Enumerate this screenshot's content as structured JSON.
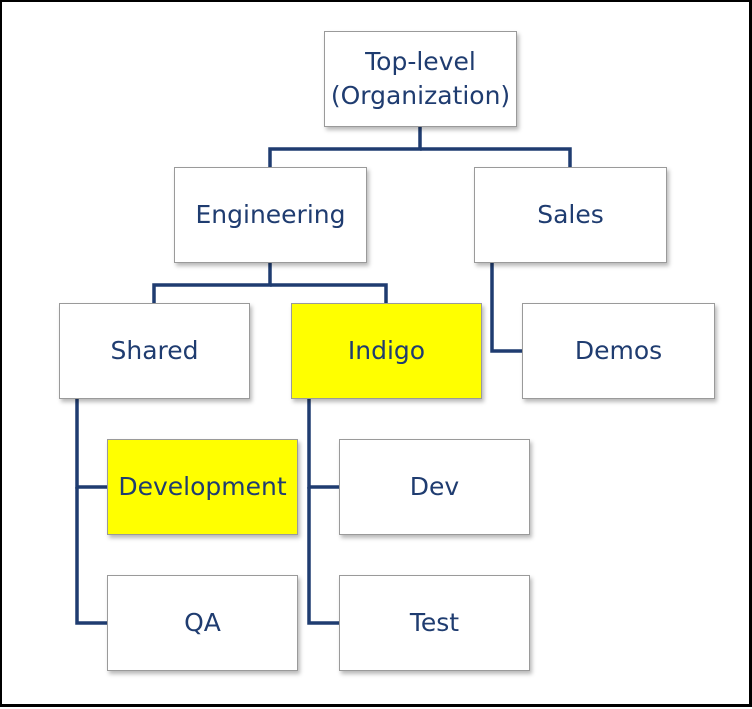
{
  "diagram": {
    "colors": {
      "connector": "#1f3c70",
      "text": "#1f3c70",
      "highlight": "#ffff00",
      "node_border": "#9a9a9a",
      "frame_border": "#000000"
    },
    "nodes": {
      "top_level": {
        "label_line1": "Top-level",
        "label_line2": "(Organization)"
      },
      "engineering": {
        "label": "Engineering"
      },
      "sales": {
        "label": "Sales"
      },
      "shared": {
        "label": "Shared"
      },
      "indigo": {
        "label": "Indigo",
        "highlighted": true
      },
      "demos": {
        "label": "Demos"
      },
      "development": {
        "label": "Development",
        "highlighted": true
      },
      "dev": {
        "label": "Dev"
      },
      "qa": {
        "label": "QA"
      },
      "test": {
        "label": "Test"
      }
    },
    "edges": [
      [
        "top_level",
        "engineering"
      ],
      [
        "top_level",
        "sales"
      ],
      [
        "engineering",
        "shared"
      ],
      [
        "engineering",
        "indigo"
      ],
      [
        "sales",
        "demos"
      ],
      [
        "shared",
        "development"
      ],
      [
        "shared",
        "qa"
      ],
      [
        "indigo",
        "dev"
      ],
      [
        "indigo",
        "test"
      ]
    ]
  }
}
